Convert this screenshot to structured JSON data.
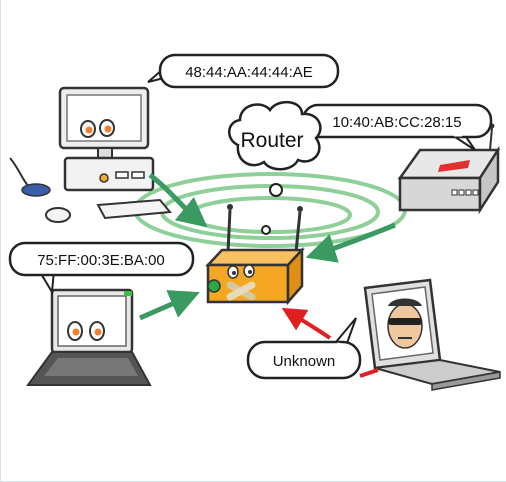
{
  "labels": {
    "desktop_mac": "48:44:AA:44:44:AE",
    "device_mac": "10:40:AB:CC:28:15",
    "laptop_mac": "75:FF:00:3E:BA:00",
    "cloud_label": "Router",
    "unknown_label": "Unknown"
  },
  "colors": {
    "arrow_green": "#3a9a62",
    "arrow_red": "#e02020",
    "router_orange": "#f5a623",
    "wave_green": "#8fcf98",
    "eye_orange": "#f08030"
  }
}
